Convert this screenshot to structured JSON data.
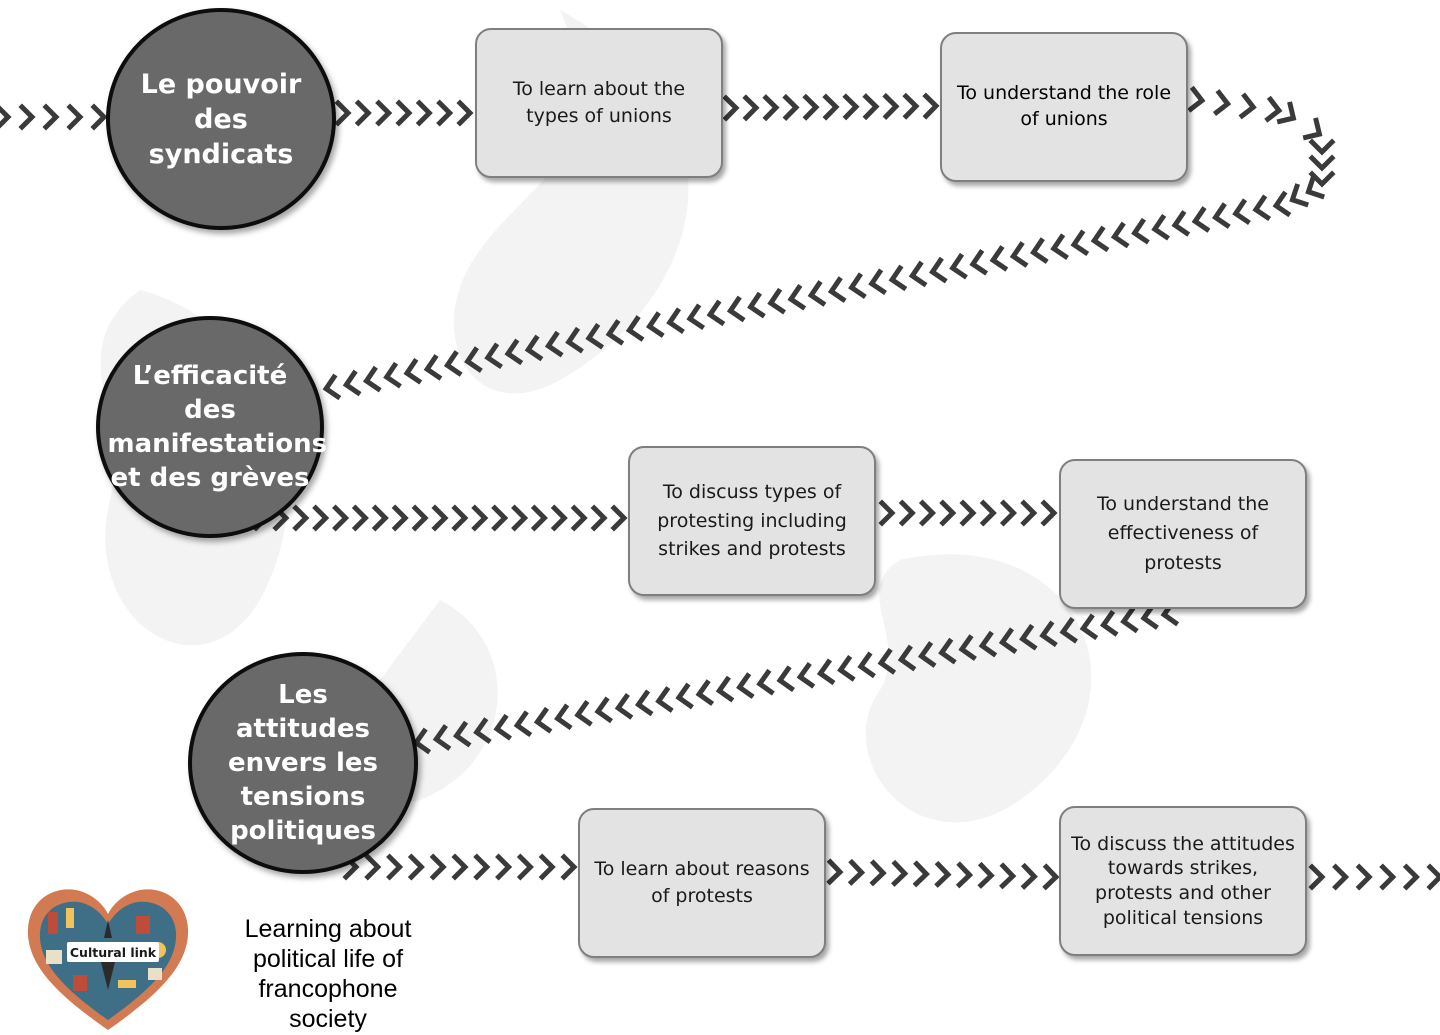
{
  "topics": {
    "t1": "Le pouvoir des syndicats",
    "t2": "L’efficacité des manifestations et des grèves",
    "t3": "Les attitudes envers les tensions politiques"
  },
  "goals": {
    "g1": "To learn about the types of unions",
    "g2": "To understand the role of unions",
    "g3": "To discuss types of protesting including strikes and protests",
    "g4": "To understand the effectiveness of protests",
    "g5": "To learn about reasons of protests",
    "g6": "To discuss the attitudes towards strikes, protests and other political tensions"
  },
  "logo": {
    "label": "Cultural link"
  },
  "caption": "Learning about political life of francophone society",
  "colors": {
    "circle": "#696969",
    "box": "#e3e3e3",
    "chevron": "#3a3a3a"
  }
}
